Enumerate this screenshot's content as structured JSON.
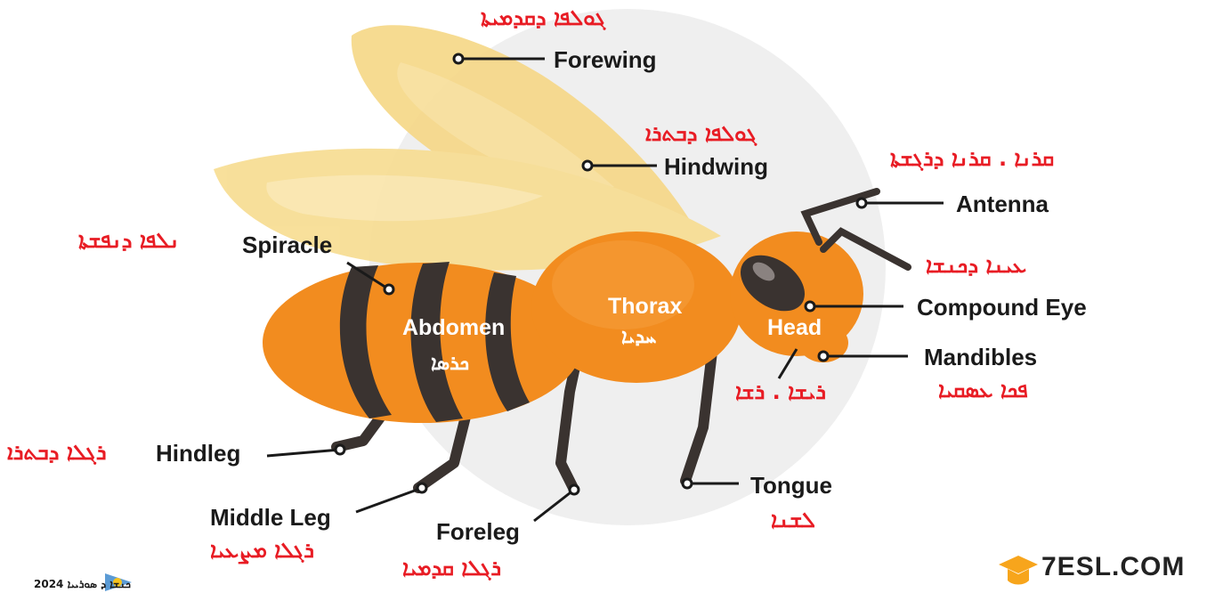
{
  "colors": {
    "body_orange": "#f28c1f",
    "body_light": "#f7a84a",
    "stripe": "#3a3330",
    "leg": "#4a3f3f",
    "wing": "#f6d888",
    "circle_bg": "#efefef",
    "syriac_red": "#e81c24",
    "label_dark": "#1a1a1a"
  },
  "labels": {
    "forewing": {
      "en": "Forewing",
      "syr": "ܓܘܠܦܐ ܕܩܕܡܝܬܐ"
    },
    "hindwing": {
      "en": "Hindwing",
      "syr": "ܓܘܠܦܐ ܕܒܬܪܐ"
    },
    "antenna": {
      "en": "Antenna",
      "syr": "ܩܪܢܐ . ܩܪܢܐ ܕܪܓܫܬܐ"
    },
    "spiracle": {
      "en": "Spiracle",
      "syr": "ܢܠܦܐ ܕܢܦܫܬܐ"
    },
    "compound_eye": {
      "en": "Compound Eye",
      "syr": "ܥܝܢܐ ܕܟܢܫܐ"
    },
    "abdomen": {
      "en": "Abdomen",
      "syr": "ܟܪܣܐ"
    },
    "thorax": {
      "en": "Thorax",
      "syr": "ܚܕܝܐ"
    },
    "head": {
      "en": "Head",
      "syr": "ܪܝܫܐ . ܪܫܐ"
    },
    "mandibles": {
      "en": "Mandibles",
      "syr": "ܦܟܐ ܥܣܩܝܐ"
    },
    "hindleg": {
      "en": "Hindleg",
      "syr": "ܪܓܠܐ ܕܒܬܪܐ"
    },
    "middle_leg": {
      "en": "Middle Leg",
      "syr": "ܪܓܠܐ ܡܨܥܝܐ"
    },
    "foreleg": {
      "en": "Foreleg",
      "syr": "ܪܓܠܐ ܩܕܡܝܐ"
    },
    "tongue": {
      "en": "Tongue",
      "syr": "ܠܫܢܐ"
    }
  },
  "brand": {
    "name": "7ESL.COM"
  },
  "footer": {
    "text": "ܟܢܫܐ ܕ ܣܘܪܝܝܐ 2024"
  }
}
